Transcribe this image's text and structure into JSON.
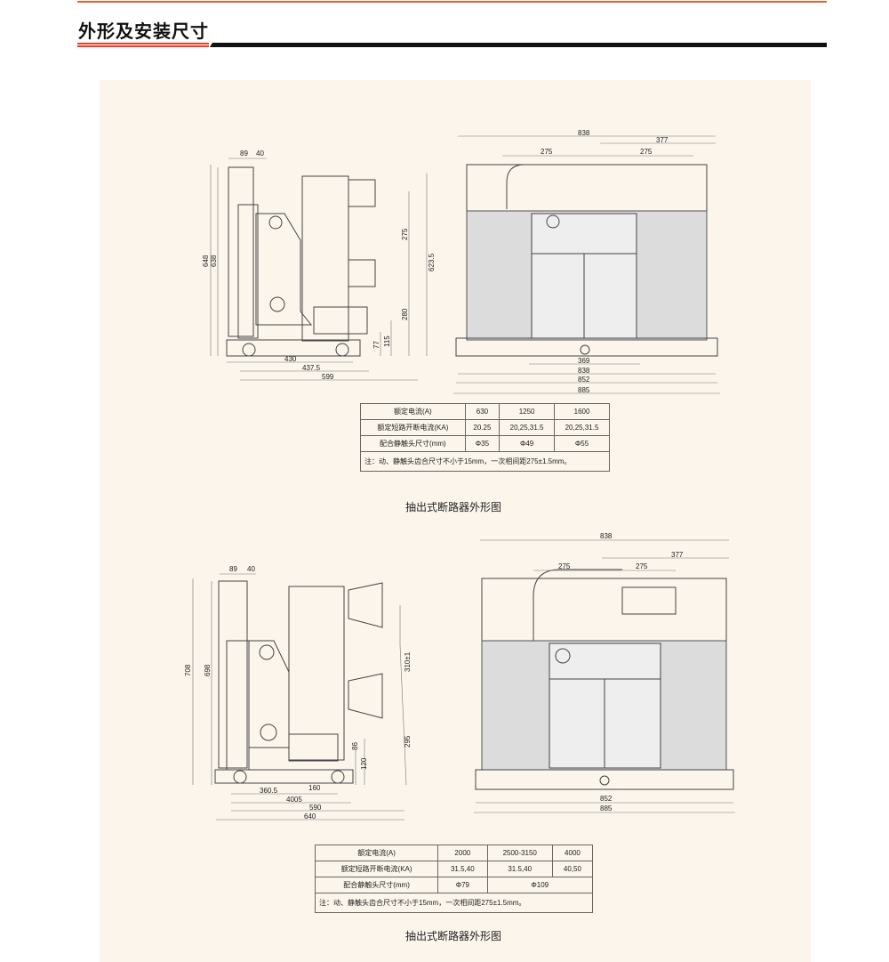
{
  "header": {
    "title": "外形及安装尺寸"
  },
  "drawing1": {
    "side": {
      "dims": [
        "89",
        "40",
        "648",
        "638",
        "275",
        "623.5",
        "280",
        "115",
        "77",
        "430",
        "437.5",
        "599"
      ]
    },
    "front": {
      "dims": [
        "838",
        "377",
        "275",
        "275",
        "369",
        "838",
        "852",
        "885"
      ]
    }
  },
  "table1": {
    "rows": [
      [
        "额定电流(A)",
        "630",
        "1250",
        "1600"
      ],
      [
        "额定短路开断电流(KA)",
        "20.25",
        "20,25,31.5",
        "20,25,31.5"
      ],
      [
        "配合静触头尺寸(mm)",
        "Φ35",
        "Φ49",
        "Φ55"
      ]
    ],
    "note": "注：动、静触头齿合尺寸不小于15mm，一次相间距275±1.5mm。"
  },
  "caption1": "抽出式断路器外形图",
  "drawing2": {
    "side": {
      "dims": [
        "89",
        "40",
        "708",
        "698",
        "310±1",
        "295",
        "86",
        "120",
        "360.5",
        "160",
        "4005",
        "590",
        "640"
      ]
    },
    "front": {
      "dims": [
        "838",
        "377",
        "275",
        "275",
        "852",
        "885"
      ]
    }
  },
  "table2": {
    "rows": [
      [
        "额定电流(A)",
        "2000",
        "2500-3150",
        "4000"
      ],
      [
        "额定短路开断电流(KA)",
        "31.5,40",
        "31.5,40",
        "40,50"
      ],
      [
        "配合静触头尺寸(mm)",
        "Φ79",
        "Φ109"
      ]
    ],
    "note": "注：动、静触头齿合尺寸不小于15mm，一次相间距275±1.5mm。"
  },
  "caption2": "抽出式断路器外形图"
}
